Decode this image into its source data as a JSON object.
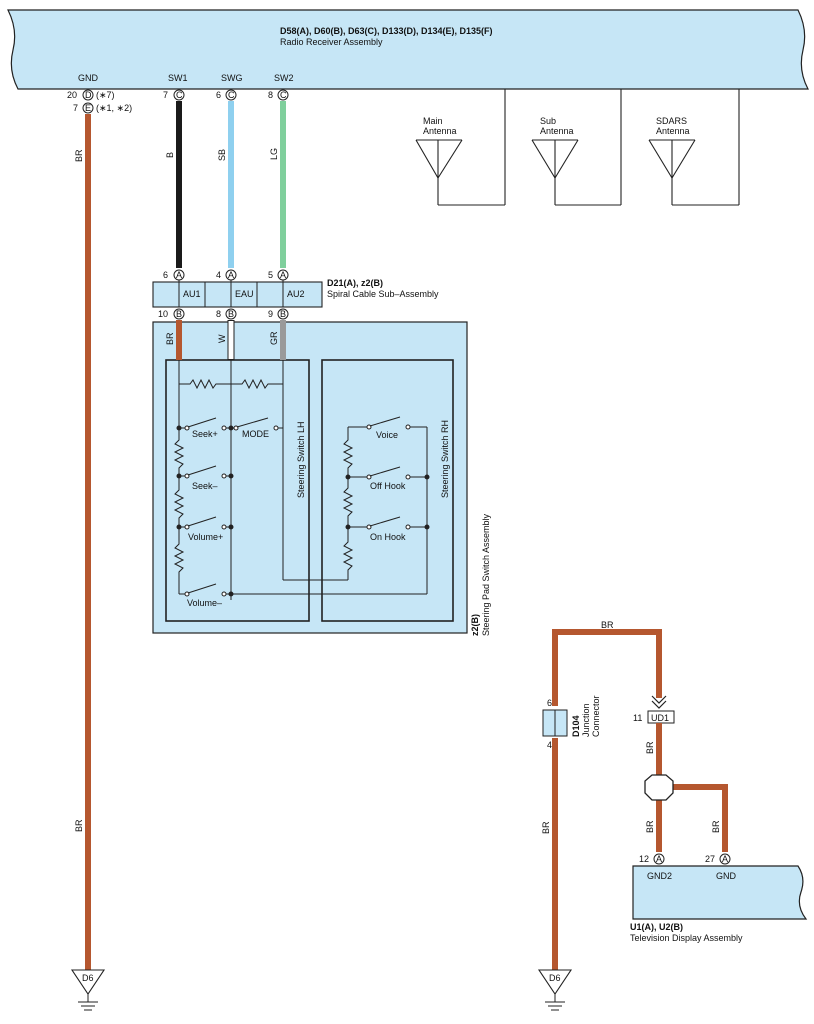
{
  "radio": {
    "title": "D58(A), D60(B), D63(C), D133(D), D134(E), D135(F)",
    "subtitle": "Radio Receiver Assembly",
    "fill": "#c6e6f6",
    "pins": [
      {
        "label": "GND",
        "num": "20",
        "conn": "D",
        "note": "(∗7)"
      },
      {
        "num": "7",
        "conn": "E",
        "note": "(∗1, ∗2)"
      },
      {
        "label": "SW1",
        "num": "7",
        "conn": "C"
      },
      {
        "label": "SWG",
        "num": "6",
        "conn": "C"
      },
      {
        "label": "SW2",
        "num": "8",
        "conn": "C"
      }
    ]
  },
  "antennas": [
    {
      "line1": "Main",
      "line2": "Antenna"
    },
    {
      "line1": "Sub",
      "line2": "Antenna"
    },
    {
      "line1": "SDARS",
      "line2": "Antenna"
    }
  ],
  "wires": {
    "gnd": {
      "color_name": "BR",
      "hex": "#b5572f"
    },
    "sw1": {
      "color_name": "B",
      "hex": "#1a1a1a"
    },
    "swg": {
      "color_name": "SB",
      "hex": "#8fd0ef"
    },
    "sw2": {
      "color_name": "LG",
      "hex": "#7fcf9c"
    },
    "br2": {
      "color_name": "BR",
      "hex": "#b5572f"
    },
    "w": {
      "color_name": "W",
      "hex": "#ffffff"
    },
    "gr": {
      "color_name": "GR",
      "hex": "#9a9a9a"
    }
  },
  "spiral": {
    "title": "D21(A), z2(B)",
    "subtitle": "Spiral Cable Sub–Assembly",
    "top_pins": [
      {
        "num": "6",
        "conn": "A"
      },
      {
        "num": "4",
        "conn": "A"
      },
      {
        "num": "5",
        "conn": "A"
      }
    ],
    "terminals": [
      "AU1",
      "EAU",
      "AU2"
    ],
    "bottom_pins": [
      {
        "num": "10",
        "conn": "B"
      },
      {
        "num": "8",
        "conn": "B"
      },
      {
        "num": "9",
        "conn": "B"
      }
    ]
  },
  "steering_pad": {
    "title": "z2(B)",
    "subtitle": "Steering Pad Switch Assembly",
    "lh_title": "Steering Switch LH",
    "rh_title": "Steering Switch RH",
    "lh_switches": [
      "Seek+",
      "MODE",
      "Seek–",
      "Volume+",
      "Volume–"
    ],
    "rh_switches": [
      "Voice",
      "Off Hook",
      "On Hook"
    ]
  },
  "ground_label": "D6",
  "junction": {
    "title": "D104",
    "subtitle1": "Junction",
    "subtitle2": "Connector",
    "pin_top": "6",
    "pin_bottom": "4",
    "wire_top": "BR",
    "wire_bottom": "BR"
  },
  "tv": {
    "title": "U1(A), U2(B)",
    "subtitle": "Television Display Assembly",
    "fill": "#c6e6f6",
    "ud_num": "11",
    "ud_label": "UD1",
    "ud_wire": "BR",
    "wire_left": "BR",
    "wire_right": "BR",
    "pins": [
      {
        "num": "12",
        "conn": "A",
        "label": "GND2"
      },
      {
        "num": "27",
        "conn": "A",
        "label": "GND"
      }
    ]
  }
}
